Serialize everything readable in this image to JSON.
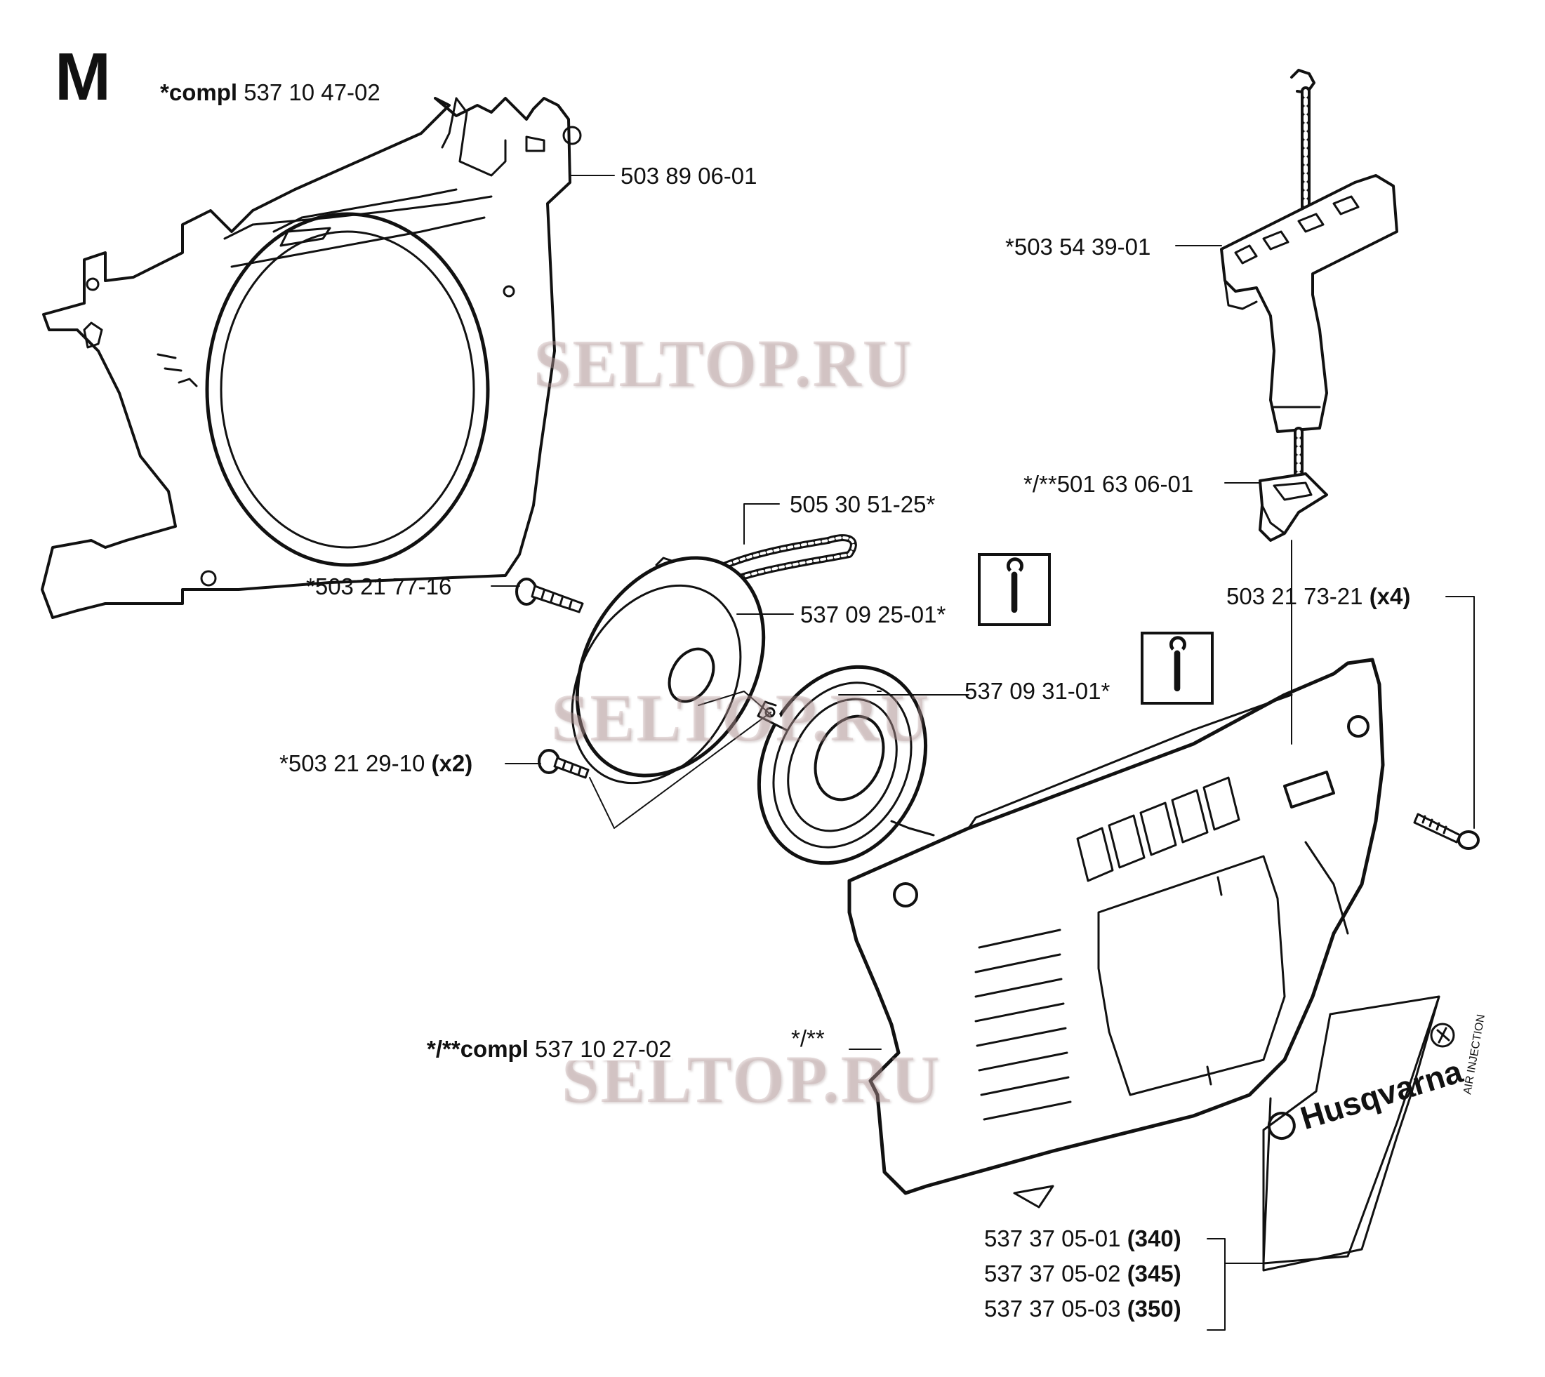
{
  "section_letter": "M",
  "watermark": "SELTOP.RU",
  "brand": "Husqvarna",
  "sticker_text": "AIR INJECTION",
  "labels": {
    "starter_assy": {
      "prefix": "*compl",
      "number": "537 10 47-02"
    },
    "housing": {
      "text": "503 89 06-01"
    },
    "handle": {
      "text": "*503 54 39-01"
    },
    "grommet": {
      "text": "*/**501 63 06-01"
    },
    "rope": {
      "text": "505 30 51-25*"
    },
    "screw_pulley": {
      "text": "*503 21 77-16"
    },
    "pulley": {
      "text": "537 09 25-01*"
    },
    "spring": {
      "text": "537 09 31-01*"
    },
    "screw_x4": {
      "text": "503 21 73-21",
      "qty": "(x4)"
    },
    "screw_x2": {
      "text": "*503 21 29-10",
      "qty": "(x2)"
    },
    "cover_assy": {
      "prefix": "*/**compl",
      "number": "537 10 27-02"
    },
    "cover_marker": {
      "text": "*/**"
    },
    "decal_340": {
      "text": "537 37 05-01",
      "model": "(340)"
    },
    "decal_345": {
      "text": "537 37 05-02",
      "model": "(345)"
    },
    "decal_350": {
      "text": "537 37 05-03",
      "model": "(350)"
    }
  }
}
